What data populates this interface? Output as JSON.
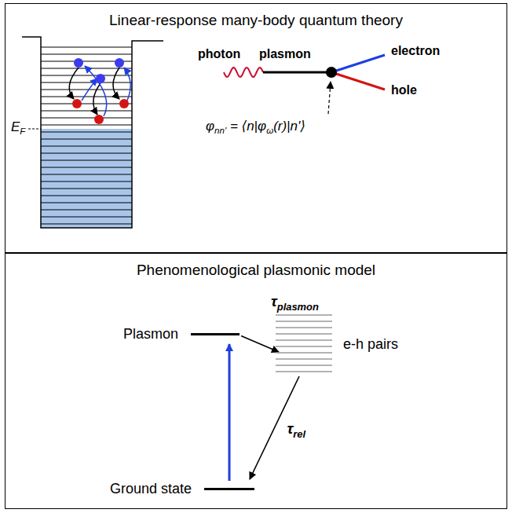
{
  "diagram": {
    "nodes": [
      {
        "text": [
          "Linear-response many-body quantum theory"
        ]
      },
      {
        "text": [
          "Phenomenological plasmonic model"
        ]
      },
      {
        "text": [
          "Plasmon"
        ],
        "in": 1
      },
      {
        "text": [
          "e-h pairs"
        ],
        "in": 1
      },
      {
        "text": [
          "Ground state"
        ],
        "in": 1
      }
    ],
    "edges": [
      {
        "from": 4,
        "to": 2,
        "arrow": "to"
      },
      {
        "from": 2,
        "to": 3,
        "label": "τplasmon",
        "arrow": "to"
      },
      {
        "from": 3,
        "to": 4,
        "label": "τrel",
        "arrow": "to"
      }
    ],
    "labels": [
      "EF",
      "photon",
      "plasmon",
      "electron",
      "hole",
      "φnn' = ⟨n|φω(r)|n'⟩"
    ]
  }
}
